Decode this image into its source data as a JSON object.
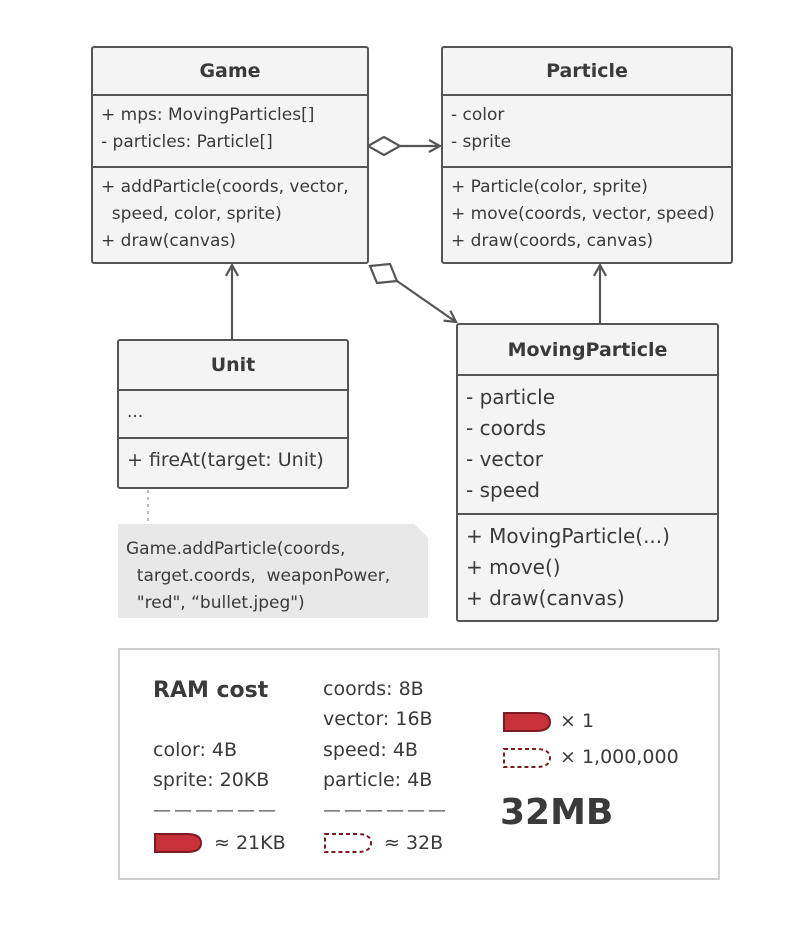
{
  "game": {
    "title": "Game",
    "fields": [
      "+ mps: MovingParticles[]",
      "- particles: Particle[]"
    ],
    "methods": [
      "+ addParticle(coords, vector,",
      "  speed, color, sprite)",
      "+ draw(canvas)"
    ]
  },
  "particle": {
    "title": "Particle",
    "fields": [
      "- color",
      "- sprite"
    ],
    "methods": [
      "+ Particle(color, sprite)",
      "+ move(coords, vector, speed)",
      "+ draw(coords, canvas)"
    ]
  },
  "unit": {
    "title": "Unit",
    "fields": [
      "..."
    ],
    "methods": [
      "+ fireAt(target: Unit)"
    ]
  },
  "moving_particle": {
    "title": "MovingParticle",
    "fields": [
      "- particle",
      "- coords",
      "- vector",
      "- speed"
    ],
    "methods": [
      "+ MovingParticle(...)",
      "+ move()",
      "+ draw(canvas)"
    ]
  },
  "note": {
    "lines": [
      "Game.addParticle(coords,",
      "  target.coords,  weaponPower,",
      "  \"red\", “bullet.jpeg\")"
    ]
  },
  "ram": {
    "title": "RAM cost",
    "col1": [
      "color: 4B",
      "sprite: 20KB"
    ],
    "col1_total": "≈ 21KB",
    "col2": [
      "coords: 8B",
      "vector: 16B",
      "speed: 4B",
      "particle: 4B"
    ],
    "col2_total": "≈ 32B",
    "count_solid": "× 1",
    "count_dashed": "× 1,000,000",
    "total": "32MB",
    "separator": "——————"
  },
  "colors": {
    "bullet": "#c8303a",
    "bullet_outline": "#7a1c22"
  },
  "icons": [
    "bullet-solid-icon",
    "bullet-dashed-icon"
  ]
}
